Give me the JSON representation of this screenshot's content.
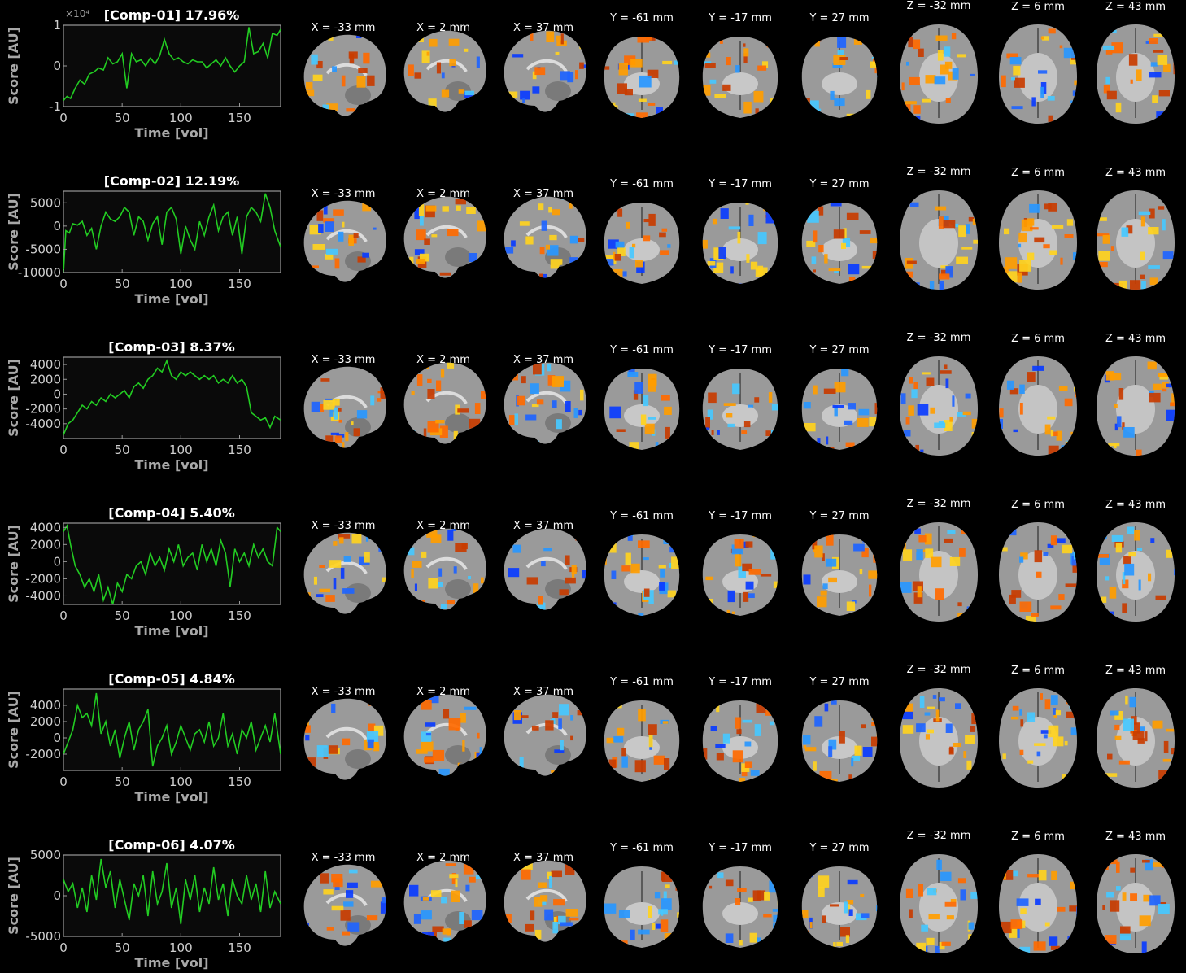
{
  "figure": {
    "background": "#000000",
    "panel_background": "#0a0a0a",
    "axis_color": "#9a9a9a",
    "trace_color": "#22cc22",
    "positive_colors": [
      "#c83c00",
      "#ff6a00",
      "#ff9d00",
      "#ffd21e"
    ],
    "negative_colors": [
      "#0a3cff",
      "#1e64ff",
      "#2897ff",
      "#46c8ff"
    ],
    "brain_gray": "#9a9a9a",
    "views": [
      {
        "label": "X = -33 mm",
        "plane": "sagittal"
      },
      {
        "label": "X = 2 mm",
        "plane": "sagittal"
      },
      {
        "label": "X = 37 mm",
        "plane": "sagittal"
      },
      {
        "label": "Y = -61 mm",
        "plane": "coronal"
      },
      {
        "label": "Y = -17 mm",
        "plane": "coronal"
      },
      {
        "label": "Y = 27 mm",
        "plane": "coronal"
      },
      {
        "label": "Z = -32 mm",
        "plane": "axial"
      },
      {
        "label": "Z = 6 mm",
        "plane": "axial"
      },
      {
        "label": "Z = 43 mm",
        "plane": "axial"
      }
    ]
  },
  "chart_data": [
    {
      "type": "line",
      "title": "[Comp-01] 17.96%",
      "xlabel": "Time [vol]",
      "ylabel": "Score [AU]",
      "xlim": [
        0,
        185
      ],
      "ylim": [
        -1,
        1
      ],
      "exponent": "×10⁴",
      "xticks": [
        0,
        50,
        100,
        150
      ],
      "yticks": [
        -1,
        0,
        1
      ],
      "series": [
        {
          "x": [
            0,
            3,
            6,
            10,
            14,
            18,
            22,
            26,
            30,
            34,
            38,
            42,
            46,
            50,
            54,
            58,
            62,
            66,
            70,
            74,
            78,
            82,
            86,
            90,
            94,
            98,
            102,
            106,
            110,
            114,
            118,
            122,
            126,
            130,
            134,
            138,
            142,
            146,
            150,
            154,
            158,
            162,
            166,
            170,
            174,
            178,
            182,
            185
          ],
          "y": [
            -0.85,
            -0.75,
            -0.8,
            -0.55,
            -0.35,
            -0.45,
            -0.2,
            -0.15,
            -0.05,
            -0.1,
            0.2,
            0.05,
            0.1,
            0.3,
            -0.55,
            0.3,
            0.1,
            0.15,
            0.0,
            0.2,
            0.05,
            0.25,
            0.65,
            0.3,
            0.15,
            0.2,
            0.1,
            0.05,
            0.15,
            0.1,
            0.1,
            -0.05,
            0.05,
            0.15,
            0.0,
            0.2,
            0.0,
            -0.15,
            0.0,
            0.1,
            0.95,
            0.3,
            0.35,
            0.55,
            0.2,
            0.8,
            0.75,
            0.9
          ]
        }
      ]
    },
    {
      "type": "line",
      "title": "[Comp-02] 12.19%",
      "xlabel": "Time [vol]",
      "ylabel": "Score [AU]",
      "xlim": [
        0,
        185
      ],
      "ylim": [
        -10000,
        7500
      ],
      "xticks": [
        0,
        50,
        100,
        150
      ],
      "yticks": [
        -10000,
        -5000,
        0,
        5000
      ],
      "series": [
        {
          "x": [
            0,
            2,
            5,
            8,
            12,
            16,
            20,
            24,
            28,
            32,
            36,
            40,
            44,
            48,
            52,
            56,
            60,
            64,
            68,
            72,
            76,
            80,
            84,
            88,
            92,
            96,
            100,
            104,
            108,
            112,
            116,
            120,
            124,
            128,
            132,
            136,
            140,
            144,
            148,
            152,
            156,
            160,
            164,
            168,
            172,
            176,
            180,
            185
          ],
          "y": [
            -10000,
            -1000,
            -1500,
            500,
            200,
            1000,
            -2000,
            -500,
            -5000,
            0,
            3000,
            1500,
            1000,
            2000,
            4000,
            3000,
            -2000,
            2000,
            1000,
            -3000,
            500,
            2000,
            -4000,
            3000,
            4000,
            1500,
            -6000,
            0,
            -3000,
            -5000,
            1000,
            -2000,
            2000,
            4500,
            -1000,
            2000,
            3000,
            -2000,
            2000,
            -6000,
            2000,
            4000,
            3000,
            1000,
            7000,
            4000,
            -1000,
            -4500
          ]
        }
      ]
    },
    {
      "type": "line",
      "title": "[Comp-03] 8.37%",
      "xlabel": "Time [vol]",
      "ylabel": "Score [AU]",
      "xlim": [
        0,
        185
      ],
      "ylim": [
        -6000,
        5000
      ],
      "xticks": [
        0,
        50,
        100,
        150
      ],
      "yticks": [
        -4000,
        -2000,
        0,
        2000,
        4000
      ],
      "series": [
        {
          "x": [
            0,
            4,
            8,
            12,
            16,
            20,
            24,
            28,
            32,
            36,
            40,
            44,
            48,
            52,
            56,
            60,
            64,
            68,
            72,
            76,
            80,
            84,
            88,
            92,
            96,
            100,
            104,
            108,
            112,
            116,
            120,
            124,
            128,
            132,
            136,
            140,
            144,
            148,
            152,
            156,
            160,
            164,
            168,
            172,
            176,
            180,
            185
          ],
          "y": [
            -5500,
            -4000,
            -3500,
            -2500,
            -1500,
            -2000,
            -1000,
            -1500,
            -500,
            -1000,
            0,
            -500,
            0,
            500,
            -500,
            1000,
            1500,
            800,
            2000,
            2500,
            3500,
            3000,
            4500,
            2500,
            2000,
            3000,
            2500,
            3000,
            2500,
            2000,
            2500,
            2000,
            2500,
            1500,
            2000,
            1500,
            2500,
            1500,
            2000,
            1000,
            -2500,
            -3000,
            -3500,
            -3200,
            -4500,
            -3000,
            -3500
          ]
        }
      ]
    },
    {
      "type": "line",
      "title": "[Comp-04] 5.40%",
      "xlabel": "Time [vol]",
      "ylabel": "Score [AU]",
      "xlim": [
        0,
        185
      ],
      "ylim": [
        -5000,
        4500
      ],
      "xticks": [
        0,
        50,
        100,
        150
      ],
      "yticks": [
        -4000,
        -2000,
        0,
        2000,
        4000
      ],
      "series": [
        {
          "x": [
            0,
            3,
            6,
            10,
            14,
            18,
            22,
            26,
            30,
            34,
            38,
            42,
            46,
            50,
            54,
            58,
            62,
            66,
            70,
            74,
            78,
            82,
            86,
            90,
            94,
            98,
            102,
            106,
            110,
            114,
            118,
            122,
            126,
            130,
            134,
            138,
            142,
            146,
            150,
            154,
            158,
            162,
            166,
            170,
            174,
            178,
            182,
            185
          ],
          "y": [
            3500,
            4200,
            2000,
            -500,
            -1500,
            -3000,
            -2000,
            -3500,
            -1500,
            -4500,
            -3000,
            -5000,
            -2500,
            -3500,
            -1500,
            -2000,
            -500,
            0,
            -1500,
            1000,
            -500,
            500,
            -1000,
            1500,
            0,
            2000,
            -500,
            500,
            1000,
            -1000,
            2000,
            0,
            1500,
            -500,
            2500,
            1000,
            -3000,
            1500,
            0,
            1000,
            -500,
            2000,
            500,
            1500,
            0,
            -500,
            4000,
            3500
          ]
        }
      ]
    },
    {
      "type": "line",
      "title": "[Comp-05] 4.84%",
      "xlabel": "Time [vol]",
      "ylabel": "Score [AU]",
      "xlim": [
        0,
        185
      ],
      "ylim": [
        -4000,
        6000
      ],
      "xticks": [
        0,
        50,
        100,
        150
      ],
      "yticks": [
        -2000,
        0,
        2000,
        4000
      ],
      "series": [
        {
          "x": [
            0,
            4,
            8,
            12,
            16,
            20,
            24,
            28,
            32,
            36,
            40,
            44,
            48,
            52,
            56,
            60,
            64,
            68,
            72,
            76,
            80,
            84,
            88,
            92,
            96,
            100,
            104,
            108,
            112,
            116,
            120,
            124,
            128,
            132,
            136,
            140,
            144,
            148,
            152,
            156,
            160,
            164,
            168,
            172,
            176,
            180,
            185
          ],
          "y": [
            -2000,
            -500,
            1000,
            4000,
            2500,
            3000,
            1500,
            5500,
            500,
            2000,
            -1000,
            1000,
            -2500,
            0,
            2000,
            -1500,
            1000,
            2000,
            3500,
            -3500,
            -1000,
            0,
            1500,
            -2000,
            -500,
            1500,
            0,
            -1500,
            500,
            1000,
            -500,
            2000,
            -1000,
            0,
            3000,
            -1000,
            500,
            -2000,
            1000,
            0,
            2000,
            -1500,
            0,
            1500,
            -500,
            3000,
            -2000
          ]
        }
      ]
    },
    {
      "type": "line",
      "title": "[Comp-06] 4.07%",
      "xlabel": "Time [vol]",
      "ylabel": "Score [AU]",
      "xlim": [
        0,
        185
      ],
      "ylim": [
        -5000,
        5000
      ],
      "xticks": [
        0,
        50,
        100,
        150
      ],
      "yticks": [
        -5000,
        0,
        5000
      ],
      "series": [
        {
          "x": [
            0,
            4,
            8,
            12,
            16,
            20,
            24,
            28,
            32,
            36,
            40,
            44,
            48,
            52,
            56,
            60,
            64,
            68,
            72,
            76,
            80,
            84,
            88,
            92,
            96,
            100,
            104,
            108,
            112,
            116,
            120,
            124,
            128,
            132,
            136,
            140,
            144,
            148,
            152,
            156,
            160,
            164,
            168,
            172,
            176,
            180,
            185
          ],
          "y": [
            2000,
            500,
            1500,
            -1500,
            1000,
            -2000,
            2500,
            -500,
            4500,
            1000,
            3000,
            -1500,
            2000,
            -500,
            -3000,
            1500,
            0,
            2500,
            -2500,
            3000,
            -1000,
            500,
            4000,
            -1500,
            1000,
            -3500,
            2000,
            -500,
            2500,
            -2000,
            1000,
            -1000,
            3500,
            -500,
            1500,
            -2500,
            2000,
            0,
            -1000,
            2500,
            -500,
            1500,
            -2000,
            3000,
            -1500,
            500,
            -1000
          ]
        }
      ]
    }
  ]
}
